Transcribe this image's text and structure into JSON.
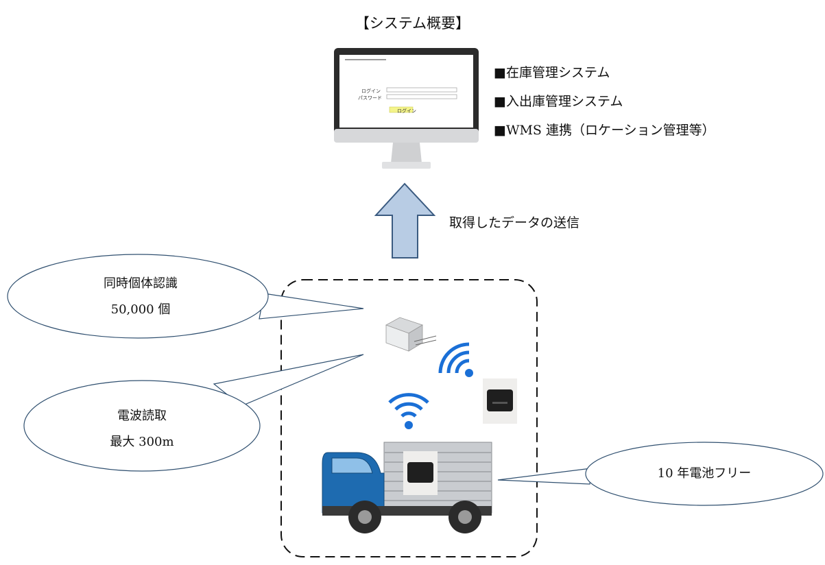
{
  "title": "【システム概要】",
  "features": [
    "■在庫管理システム",
    "■入出庫管理システム",
    "■WMS 連携（ロケーション管理等）"
  ],
  "monitor_screen": {
    "login_label": "ログイン",
    "password_label": "パスワード",
    "login_button": "ログイン"
  },
  "arrow_label": "取得したデータの送信",
  "callouts": {
    "simultaneous": {
      "line1": "同時個体認識",
      "line2": "50,000 個"
    },
    "radio": {
      "line1": "電波読取",
      "line2": "最大 300m"
    },
    "battery": {
      "line1": "10 年電池フリー"
    }
  },
  "colors": {
    "arrow_fill": "#b8cce4",
    "arrow_stroke": "#3a5a80",
    "bubble_stroke": "#2f4f6f",
    "wifi_blue": "#1a6fd6",
    "truck_cab": "#1e6bb0",
    "truck_box": "#c9ccd0"
  }
}
